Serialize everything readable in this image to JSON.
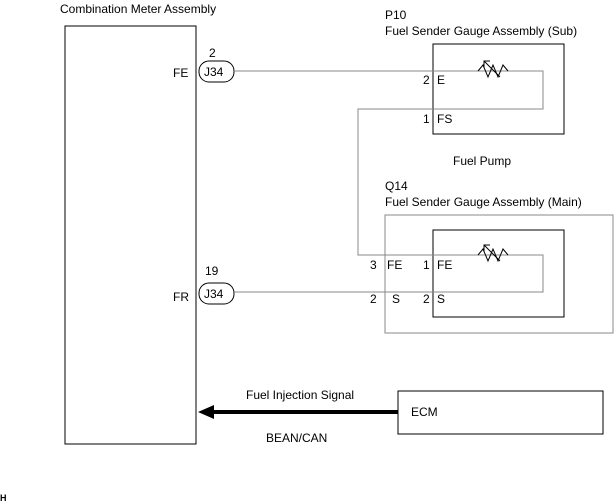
{
  "meter": {
    "title": "Combination Meter Assembly",
    "pin_fe": {
      "label": "FE",
      "pin": "2",
      "connector": "J34"
    },
    "pin_fr": {
      "label": "FR",
      "pin": "19",
      "connector": "J34"
    }
  },
  "sub_gauge": {
    "code": "P10",
    "title": "Fuel Sender Gauge Assembly (Sub)",
    "pin_e": {
      "num": "2",
      "label": "E"
    },
    "pin_fs": {
      "num": "1",
      "label": "FS"
    }
  },
  "fuel_pump": {
    "label": "Fuel Pump"
  },
  "main_gauge": {
    "code": "Q14",
    "title": "Fuel Sender Gauge Assembly (Main)",
    "outer_fe": {
      "num": "3",
      "label": "FE"
    },
    "outer_s": {
      "num": "2",
      "label": "S"
    },
    "inner_fe": {
      "num": "1",
      "label": "FE"
    },
    "inner_s": {
      "num": "2",
      "label": "S"
    }
  },
  "ecm": {
    "label": "ECM",
    "signal": "Fuel Injection Signal",
    "bus": "BEAN/CAN"
  },
  "footer": {
    "mark": "H"
  }
}
